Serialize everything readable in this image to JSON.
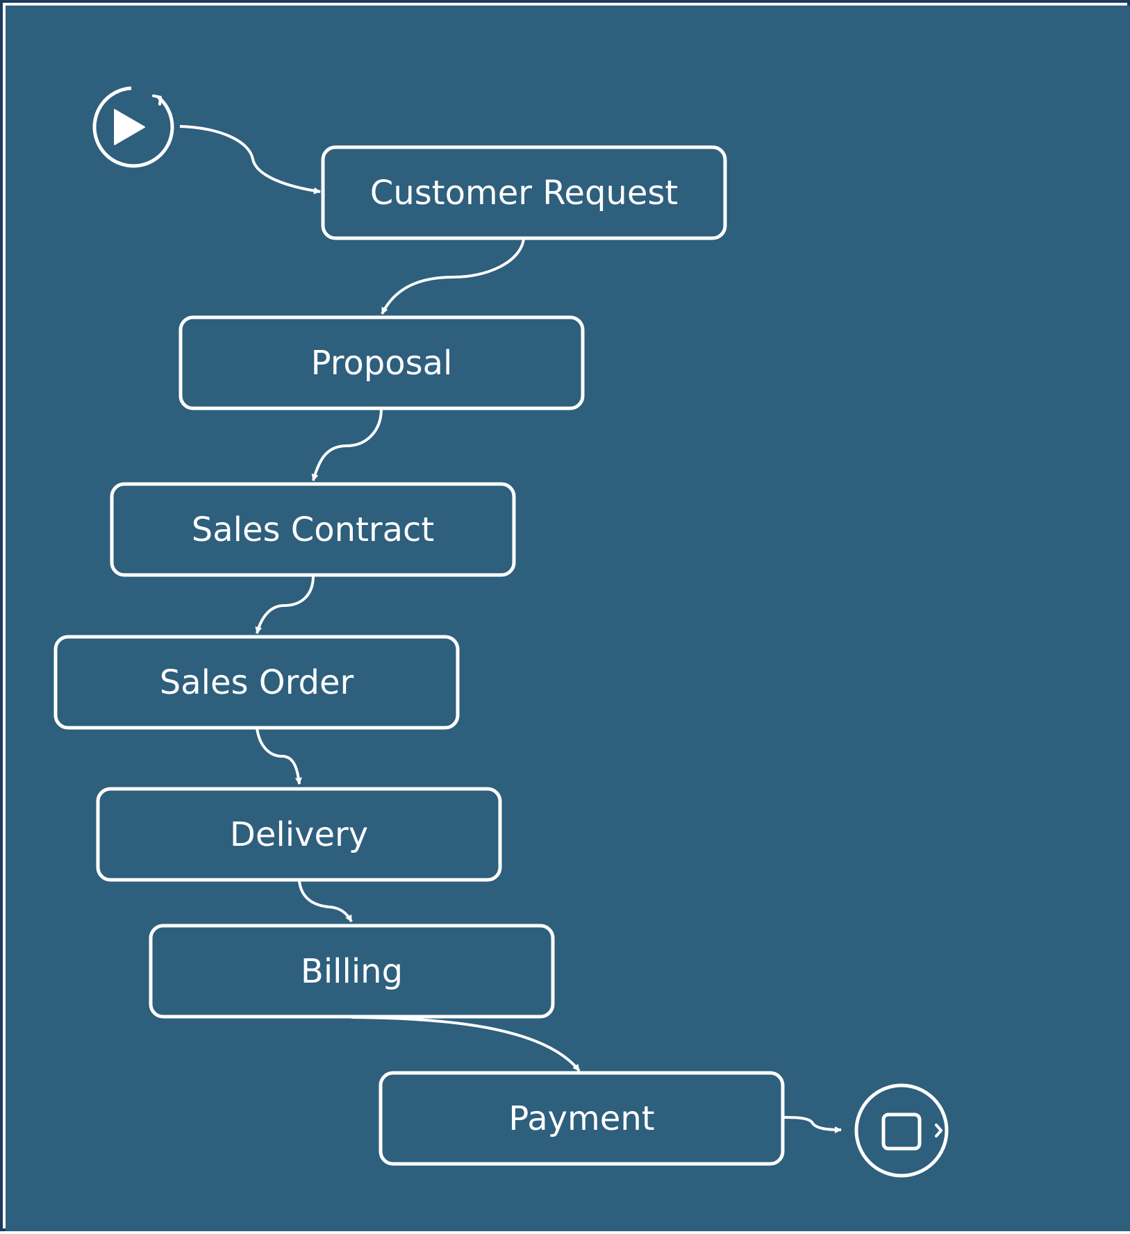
{
  "colors": {
    "background": "#2e5f7d",
    "border": "#1d3a5f",
    "stroke": "#ffffff"
  },
  "diagram": {
    "start": {
      "icon": "start-play-icon"
    },
    "end": {
      "icon": "end-stop-icon"
    },
    "nodes": [
      {
        "id": "customer-request",
        "label": "Customer Request"
      },
      {
        "id": "proposal",
        "label": "Proposal"
      },
      {
        "id": "sales-contract",
        "label": "Sales Contract"
      },
      {
        "id": "sales-order",
        "label": "Sales Order"
      },
      {
        "id": "delivery",
        "label": "Delivery"
      },
      {
        "id": "billing",
        "label": "Billing"
      },
      {
        "id": "payment",
        "label": "Payment"
      }
    ],
    "edges": [
      {
        "from": "start",
        "to": "customer-request"
      },
      {
        "from": "customer-request",
        "to": "proposal"
      },
      {
        "from": "proposal",
        "to": "sales-contract"
      },
      {
        "from": "sales-contract",
        "to": "sales-order"
      },
      {
        "from": "sales-order",
        "to": "delivery"
      },
      {
        "from": "delivery",
        "to": "billing"
      },
      {
        "from": "billing",
        "to": "payment"
      },
      {
        "from": "payment",
        "to": "end"
      }
    ]
  }
}
